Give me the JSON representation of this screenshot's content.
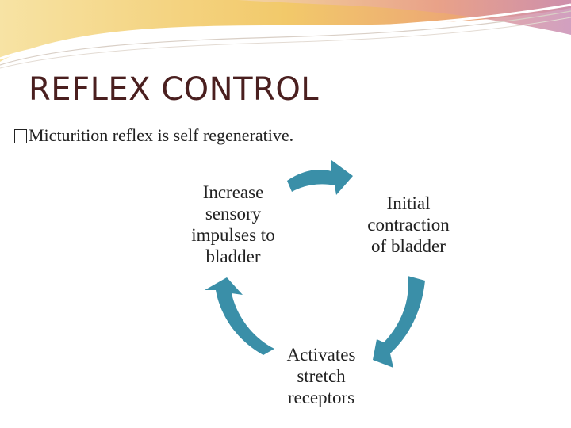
{
  "slide": {
    "title": "REFLEX CONTROL",
    "bullet": "Micturition reflex is self regenerative."
  },
  "cycle": {
    "nodes": [
      {
        "label": "Increase sensory impulses to bladder",
        "lines": [
          "Increase",
          "sensory",
          "impulses to",
          "bladder"
        ]
      },
      {
        "label": "Initial contraction of bladder",
        "lines": [
          "Initial",
          "contraction",
          "of bladder"
        ]
      },
      {
        "label": "Activates stretch receptors",
        "lines": [
          "Activates",
          "stretch",
          "receptors"
        ]
      }
    ],
    "arrow_color": "#3a8fa8"
  },
  "theme": {
    "title_color": "#4a1f1f",
    "swoosh_colors": [
      "#f2c96a",
      "#e8907c",
      "#c98fb5"
    ]
  }
}
